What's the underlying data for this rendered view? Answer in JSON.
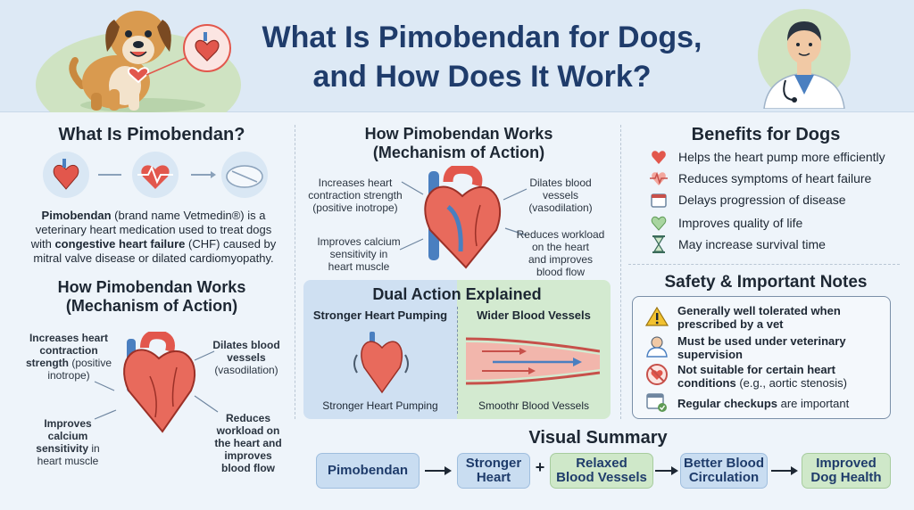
{
  "header": {
    "title_line1": "What Is Pimobendan for Dogs,",
    "title_line2": "and How Does It Work?"
  },
  "left": {
    "what_title": "What Is Pimobendan?",
    "desc_line1_bold": "Pimobendan",
    "desc_line1_rest": " (brand name Vetmedin®) is a",
    "desc_line2": "veterinary heart medication used to treat dogs",
    "desc_line3_pre": "with ",
    "desc_line3_bold": "congestive heart failure",
    "desc_line3_rest": " (CHF) caused by",
    "desc_line4": "mitral valve disease or dilated cardiomyopathy.",
    "how_title_line1": "How Pimobendan Works",
    "how_title_line2": "(Mechanism of Action)",
    "label_contraction_bold1": "Increases heart",
    "label_contraction_bold2": "contraction",
    "label_contraction_bold3": "strength",
    "label_contraction_rest1": " (positive",
    "label_contraction_rest2": "inotrope)",
    "label_dilates_bold1": "Dilates blood",
    "label_dilates_bold2": "vessels",
    "label_dilates_rest": "(vasodilation)",
    "label_calcium_bold1": "Improves",
    "label_calcium_bold2": "calcium",
    "label_calcium_bold3": "sensitivity",
    "label_calcium_rest1": " in",
    "label_calcium_rest2": "heart muscle",
    "label_workload_1": "Reduces",
    "label_workload_2": "workload on",
    "label_workload_3": "the heart and",
    "label_workload_4": "improves",
    "label_workload_5": "blood flow"
  },
  "center": {
    "how_title_line1": "How Pimobendan Works",
    "how_title_line2": "(Mechanism of Action)",
    "label_contraction_1": "Increases heart",
    "label_contraction_2": "contraction strength",
    "label_contraction_3": "(positive inotrope)",
    "label_dilates_1": "Dilates blood",
    "label_dilates_2": "vessels",
    "label_dilates_3": "(vasodilation)",
    "label_calcium_1": "Improves calcium",
    "label_calcium_2": "sensitivity in",
    "label_calcium_3": "heart muscle",
    "label_workload_1": "Reduces workload",
    "label_workload_2": "on the heart",
    "label_workload_3": "and improves",
    "label_workload_4": "blood flow",
    "dual_title": "Dual Action Explained",
    "dual_left_title": "Stronger Heart Pumping",
    "dual_right_title": "Wider Blood Vessels",
    "dual_left_caption": "Stronger Heart Pumping",
    "dual_right_caption": "Smoothr Blood Vessels"
  },
  "right": {
    "benefits_title": "Benefits for Dogs",
    "benefits": [
      {
        "label": "Helps the heart pump more efficiently",
        "icon": "heart-icon"
      },
      {
        "label": "Reduces symptoms of heart failure",
        "icon": "heartbeat-icon"
      },
      {
        "label": "Delays progression of disease",
        "icon": "calendar-icon"
      },
      {
        "label": "Improves quality of life",
        "icon": "green-heart-icon"
      },
      {
        "label": "May increase survival time",
        "icon": "hourglass-icon"
      }
    ],
    "safety_title": "Safety & Important Notes",
    "notes": {
      "n1_line1": "Generally well tolerated when",
      "n1_line2": "prescribed by a vet",
      "n2_line1": "Must be used under veterinary",
      "n2_line2": "supervision",
      "n3_line1": "Not suitable for certain heart",
      "n3_line2_bold": "conditions",
      "n3_line2_rest": " (e.g., aortic stenosis)",
      "n4_bold": "Regular checkups",
      "n4_rest": " are important"
    }
  },
  "summary": {
    "title": "Visual Summary",
    "step1": "Pimobendan",
    "step2_line1": "Stronger",
    "step2_line2": "Heart",
    "plus": "+",
    "step3_line1": "Relaxed",
    "step3_line2": "Blood Vessels",
    "step4_line1": "Better Blood",
    "step4_line2": "Circulation",
    "step5_line1": "Improved",
    "step5_line2": "Dog Health"
  },
  "colors": {
    "title_blue": "#1f3c6b",
    "heart_red": "#e2574c",
    "vessel_blue": "#4a7fc0",
    "accent_green": "#cfe8c9",
    "accent_blue": "#c9ddf1"
  }
}
